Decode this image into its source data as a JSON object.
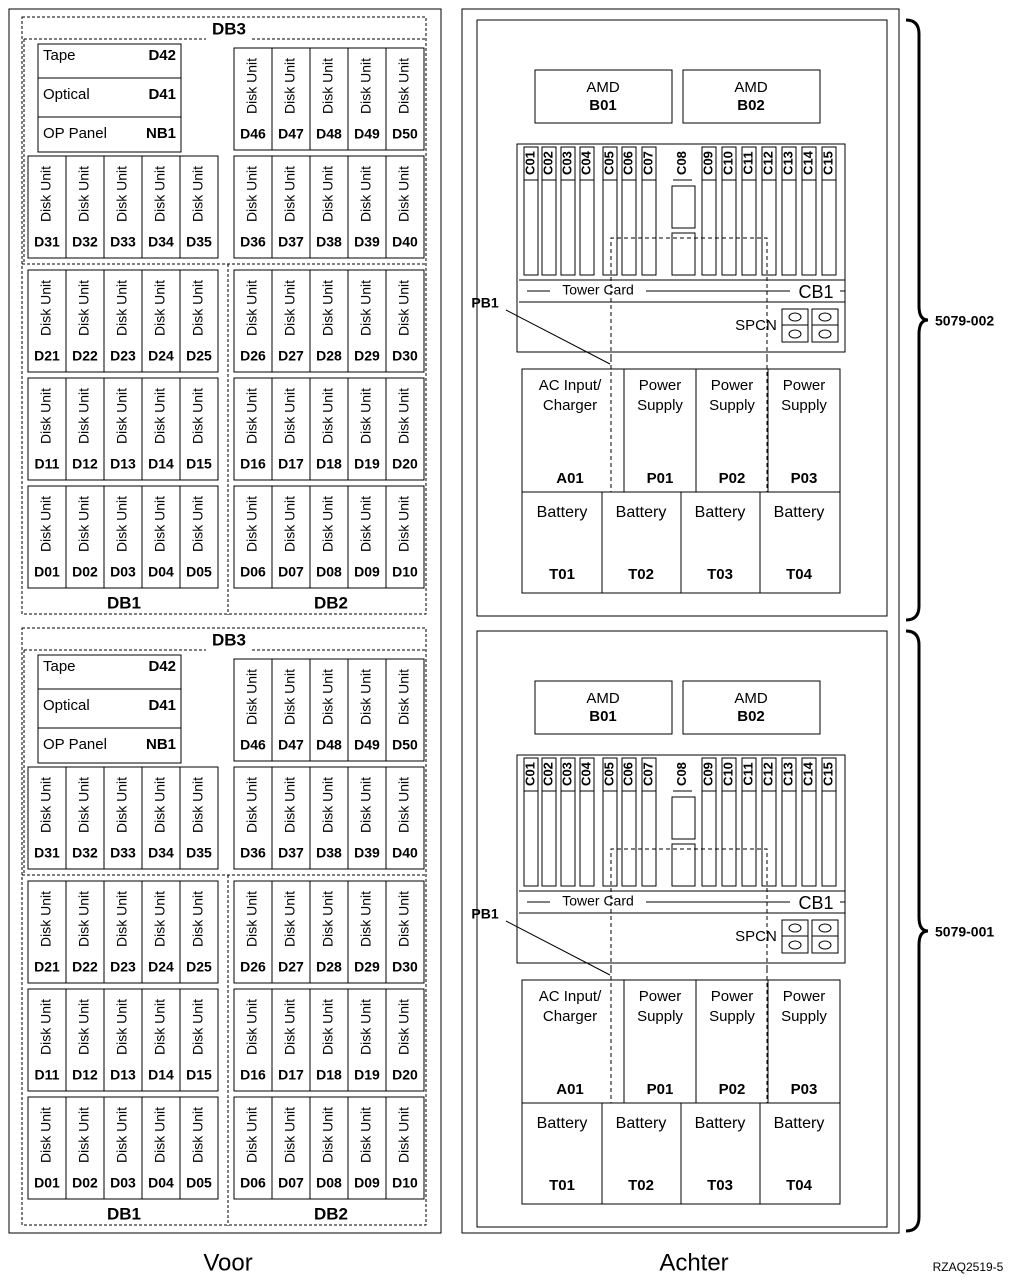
{
  "front": {
    "caption": "Voor",
    "unit_label": "Disk Unit",
    "db3_label": "DB3",
    "db1_label": "DB1",
    "db2_label": "DB2",
    "devices": [
      {
        "name": "Tape",
        "loc": "D42"
      },
      {
        "name": "Optical",
        "loc": "D41"
      },
      {
        "name": "OP Panel",
        "loc": "NB1"
      }
    ],
    "db3_top_row": [
      "D46",
      "D47",
      "D48",
      "D49",
      "D50"
    ],
    "db3_left_row": [
      "D31",
      "D32",
      "D33",
      "D34",
      "D35"
    ],
    "db3_right_row": [
      "D36",
      "D37",
      "D38",
      "D39",
      "D40"
    ],
    "db1_rows": [
      [
        "D21",
        "D22",
        "D23",
        "D24",
        "D25"
      ],
      [
        "D11",
        "D12",
        "D13",
        "D14",
        "D15"
      ],
      [
        "D01",
        "D02",
        "D03",
        "D04",
        "D05"
      ]
    ],
    "db2_rows": [
      [
        "D26",
        "D27",
        "D28",
        "D29",
        "D30"
      ],
      [
        "D16",
        "D17",
        "D18",
        "D19",
        "D20"
      ],
      [
        "D06",
        "D07",
        "D08",
        "D09",
        "D10"
      ]
    ]
  },
  "rear": {
    "caption": "Achter",
    "amd": [
      {
        "name": "AMD",
        "loc": "B01"
      },
      {
        "name": "AMD",
        "loc": "B02"
      }
    ],
    "card_slots": [
      "C01",
      "C02",
      "C03",
      "C04",
      "C05",
      "C06",
      "C07",
      "C08",
      "C09",
      "C10",
      "C11",
      "C12",
      "C13",
      "C14",
      "C15"
    ],
    "tower_card_label": "Tower Card",
    "cb1_label": "CB1",
    "spcn_label": "SPCN",
    "pb1_label": "PB1",
    "supplies": [
      {
        "lines": [
          "AC Input/",
          "Charger"
        ],
        "loc": "A01"
      },
      {
        "lines": [
          "Power",
          "Supply"
        ],
        "loc": "P01"
      },
      {
        "lines": [
          "Power",
          "Supply"
        ],
        "loc": "P02"
      },
      {
        "lines": [
          "Power",
          "Supply"
        ],
        "loc": "P03"
      }
    ],
    "batteries": [
      {
        "name": "Battery",
        "loc": "T01"
      },
      {
        "name": "Battery",
        "loc": "T02"
      },
      {
        "name": "Battery",
        "loc": "T03"
      },
      {
        "name": "Battery",
        "loc": "T04"
      }
    ],
    "units": [
      "5079-002",
      "5079-001"
    ]
  },
  "figure_id": "RZAQ2519-5"
}
